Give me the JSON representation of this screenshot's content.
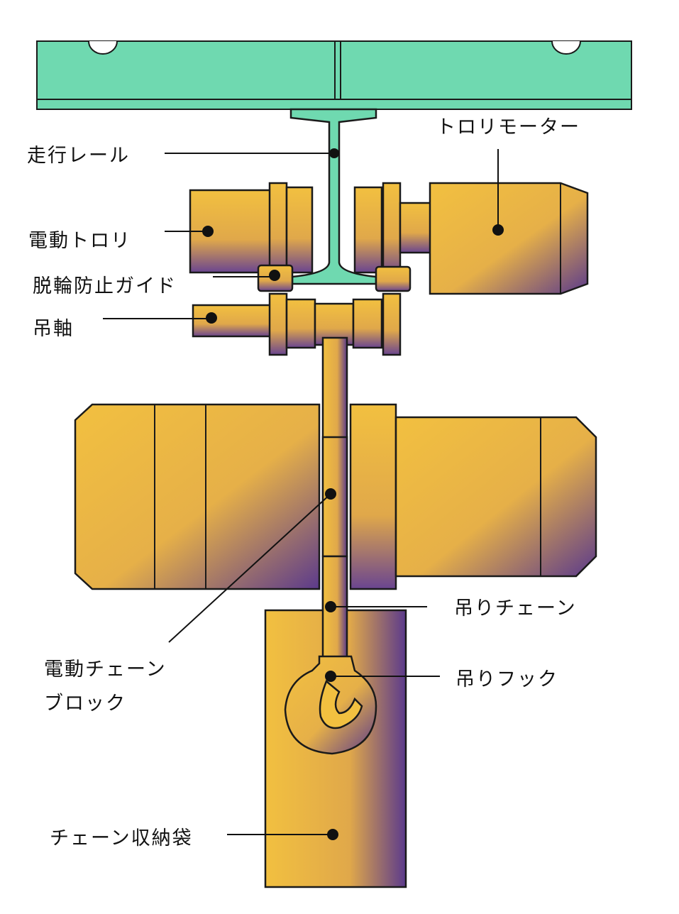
{
  "labels": {
    "rail": "走行レール",
    "trolley_motor": "トロリモーター",
    "electric_trolley": "電動トロリ",
    "derail_guide": "脱輪防止ガイド",
    "hanging_shaft": "吊軸",
    "lifting_chain": "吊りチェーン",
    "chain_block_line1": "電動チェーン",
    "chain_block_line2": "ブロック",
    "hook": "吊りフック",
    "chain_bag": "チェーン収納袋"
  },
  "colors": {
    "beam": "#6fd9b0",
    "body_light": "#f2c040",
    "body_dark": "#5b3a8c"
  }
}
